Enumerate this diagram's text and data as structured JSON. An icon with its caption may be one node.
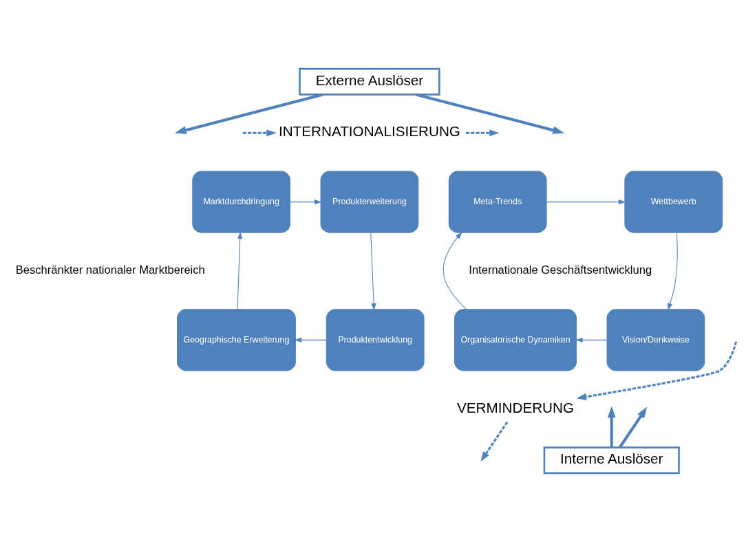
{
  "diagram": {
    "nodes": [
      {
        "text": [
          "Externe Auslöser"
        ]
      },
      {
        "text": [
          "INTERNATIONALISIERUNG"
        ]
      },
      {
        "text": [
          "Marktdurchdringung"
        ]
      },
      {
        "text": [
          "Produkterweiterung"
        ]
      },
      {
        "text": [
          "Geographische Erweiterung"
        ]
      },
      {
        "text": [
          "Produktentwicklung"
        ]
      },
      {
        "text": [
          "Meta-Trends"
        ]
      },
      {
        "text": [
          "Wettbewerb"
        ]
      },
      {
        "text": [
          "Organisatorische Dynamiken"
        ]
      },
      {
        "text": [
          "Vision/Denkweise"
        ]
      },
      {
        "text": [
          "VERMINDERUNG"
        ]
      },
      {
        "text": [
          "Interne Auslöser"
        ]
      }
    ],
    "edges": [
      {
        "from": 0,
        "to": null,
        "arrow": "to",
        "style": "thick"
      },
      {
        "from": 0,
        "to": null,
        "arrow": "to",
        "style": "thick"
      },
      {
        "from": null,
        "to": 1,
        "arrow": "to",
        "style": "dashed"
      },
      {
        "from": 1,
        "to": null,
        "arrow": "to",
        "style": "dashed"
      },
      {
        "from": 2,
        "to": 3,
        "arrow": "to"
      },
      {
        "from": 3,
        "to": 5,
        "arrow": "to"
      },
      {
        "from": 5,
        "to": 4,
        "arrow": "to"
      },
      {
        "from": 4,
        "to": 2,
        "arrow": "to"
      },
      {
        "from": 6,
        "to": 7,
        "arrow": "to"
      },
      {
        "from": 7,
        "to": 9,
        "arrow": "to"
      },
      {
        "from": 9,
        "to": 8,
        "arrow": "to"
      },
      {
        "from": 8,
        "to": 6,
        "arrow": "to"
      },
      {
        "from": null,
        "to": 10,
        "arrow": "to",
        "style": "dashed"
      },
      {
        "from": 10,
        "to": null,
        "arrow": "to",
        "style": "dashed"
      },
      {
        "from": 11,
        "to": null,
        "arrow": "to",
        "style": "thick"
      },
      {
        "from": 11,
        "to": null,
        "arrow": "to",
        "style": "thick"
      }
    ],
    "labels": [
      "Beschränkter nationaler Marktbereich",
      "Internationale Geschäftsentwicklung"
    ]
  }
}
